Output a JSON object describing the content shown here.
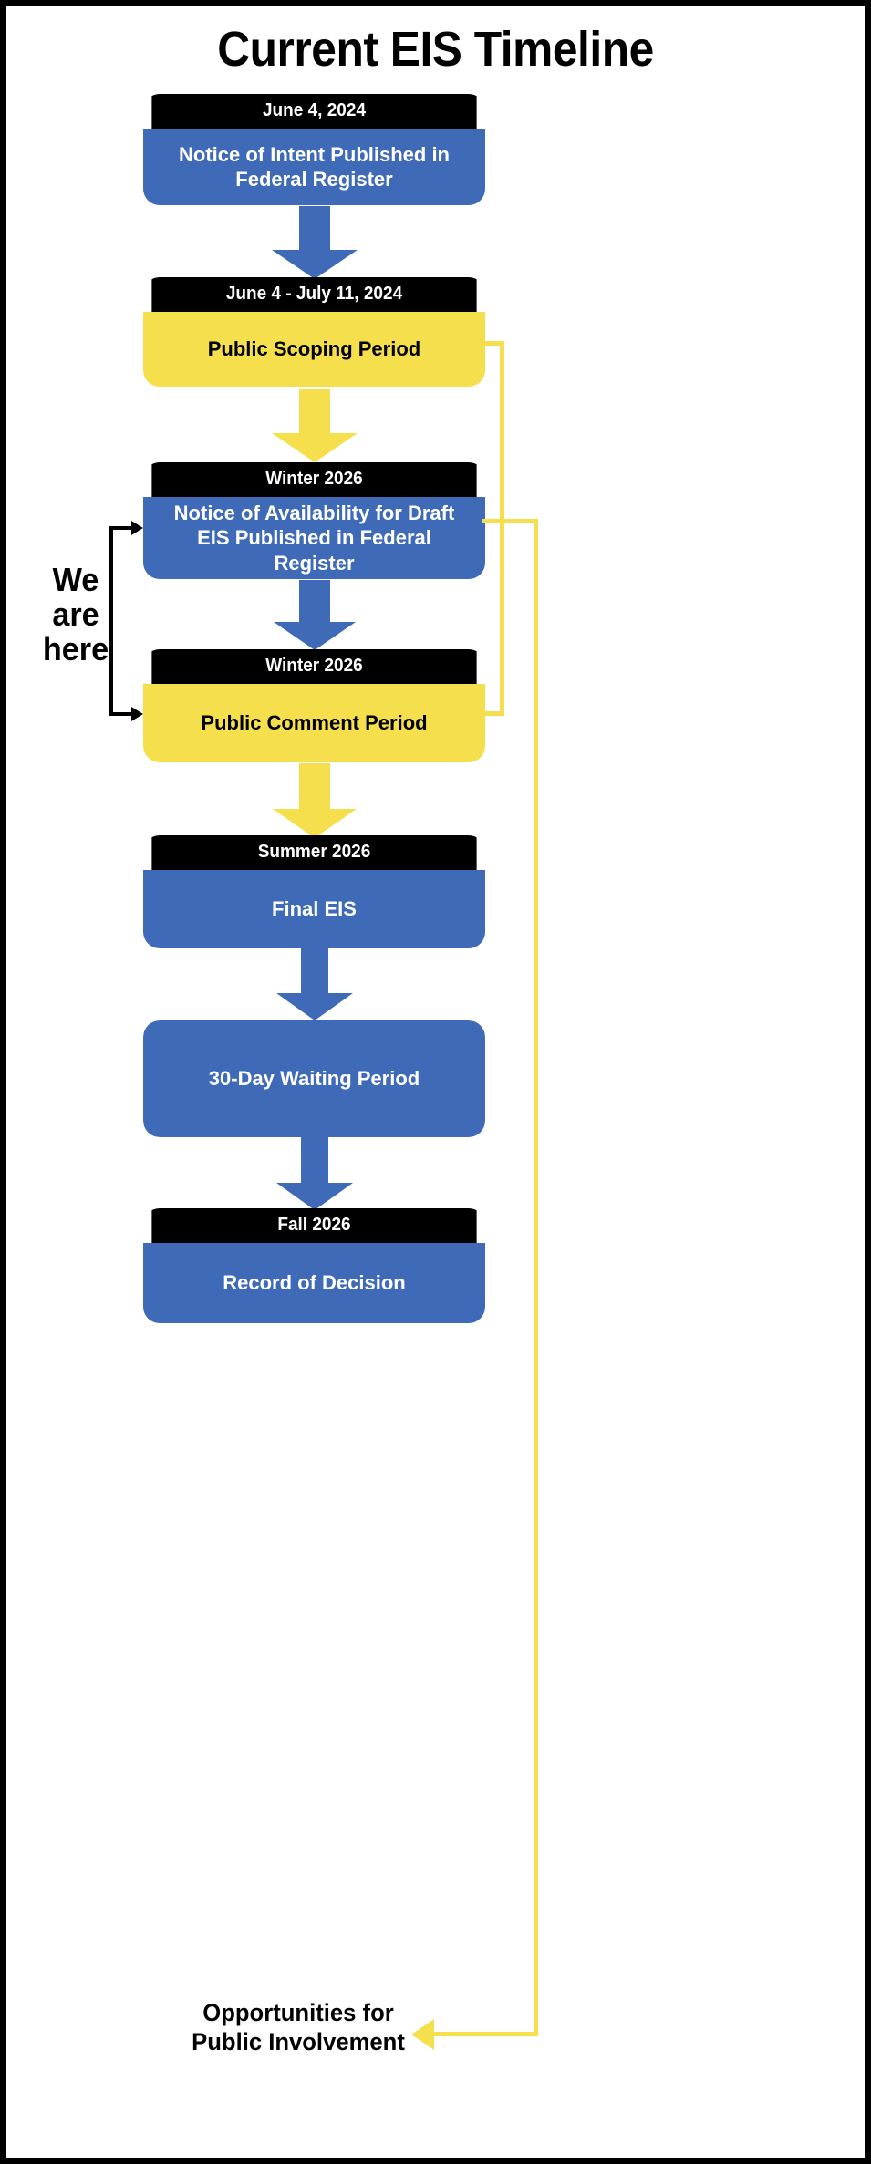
{
  "title": "Current EIS Timeline",
  "we_are_here": "We\nare\nhere",
  "we_are_here_lines": [
    "We",
    "are",
    "here"
  ],
  "opportunities_caption": "Opportunities for\nPublic Involvement",
  "opportunities_lines": [
    "Opportunities for",
    "Public Involvement"
  ],
  "colors": {
    "blue": "#3F6AB7",
    "yellow": "#F6DF4D",
    "header_black": "#000000",
    "page_background": "#FFFFFF",
    "border": "#000000",
    "text_on_blue": "#FFFFFF",
    "text_on_yellow": "#000000"
  },
  "steps": [
    {
      "id": "notice-of-intent",
      "date": "June 4, 2024",
      "label": "Notice of Intent Published in Federal Register",
      "color": "blue",
      "has_header": true
    },
    {
      "id": "public-scoping-period",
      "date": "June 4 - July 11, 2024",
      "label": "Public Scoping Period",
      "color": "yellow",
      "has_header": true
    },
    {
      "id": "notice-of-availability-draft-eis",
      "date": "Winter 2026",
      "label": "Notice of Availability for Draft EIS Published in Federal Register",
      "color": "blue",
      "has_header": true
    },
    {
      "id": "public-comment-period",
      "date": "Winter 2026",
      "label": "Public Comment Period",
      "color": "yellow",
      "has_header": true
    },
    {
      "id": "final-eis",
      "date": "Summer 2026",
      "label": "Final EIS",
      "color": "blue",
      "has_header": true
    },
    {
      "id": "waiting-period",
      "date": "",
      "label": "30-Day Waiting Period",
      "color": "blue",
      "has_header": false
    },
    {
      "id": "record-of-decision",
      "date": "Fall 2026",
      "label": "Record of Decision",
      "color": "blue",
      "has_header": true
    }
  ],
  "connectors": [
    {
      "id": "arrow-1",
      "from": "notice-of-intent",
      "to": "public-scoping-period",
      "color": "blue"
    },
    {
      "id": "arrow-2",
      "from": "public-scoping-period",
      "to": "notice-of-availability-draft-eis",
      "color": "yellow"
    },
    {
      "id": "arrow-3",
      "from": "notice-of-availability-draft-eis",
      "to": "public-comment-period",
      "color": "blue"
    },
    {
      "id": "arrow-4",
      "from": "public-comment-period",
      "to": "final-eis",
      "color": "yellow"
    },
    {
      "id": "arrow-5",
      "from": "final-eis",
      "to": "waiting-period",
      "color": "blue"
    },
    {
      "id": "arrow-6",
      "from": "waiting-period",
      "to": "record-of-decision",
      "color": "blue"
    },
    {
      "id": "yellow-link-scoping-to-comment",
      "from": "public-scoping-period",
      "to": "public-comment-period",
      "color": "yellow"
    },
    {
      "id": "yellow-link-comment-to-caption",
      "from": "public-comment-period",
      "to": "opportunities-caption",
      "color": "yellow"
    }
  ]
}
